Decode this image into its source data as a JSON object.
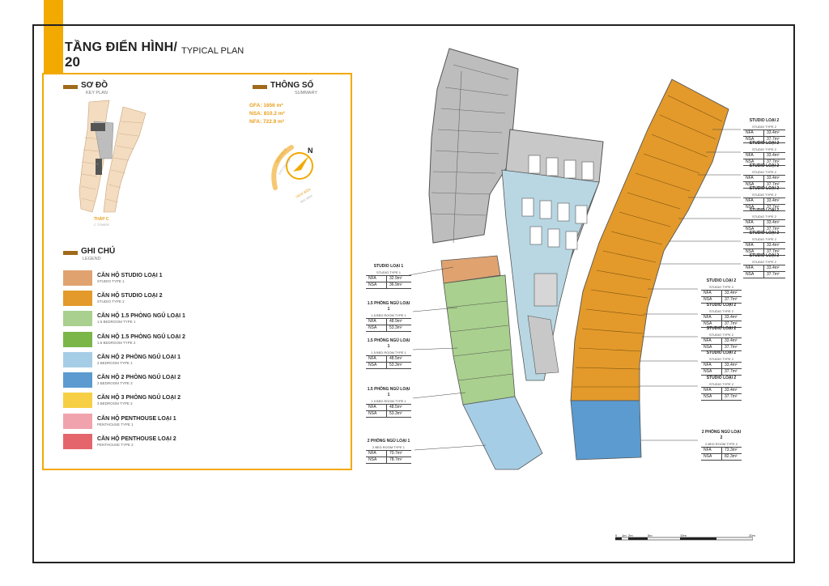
{
  "header": {
    "title_vi": "TẦNG ĐIỂN HÌNH/",
    "title_en": "TYPICAL PLAN",
    "floor_number": "20"
  },
  "key_plan": {
    "title": "SƠ ĐỒ",
    "subtitle": "KEY PLAN",
    "tower_label": "THÁP C",
    "tower_sub": "C TOWER"
  },
  "summary": {
    "title": "THÔNG SỐ",
    "subtitle": "SUMMARY",
    "gfa": "GFA: 1656 m²",
    "nsa": "NSA: 810.2 m²",
    "nfa": "NFA: 722.9 m²"
  },
  "compass": {
    "north": "N",
    "view_top": "VIEW FACE",
    "view_top_sub": "CITY CENTER",
    "view_bottom": "VIEW BIỂN",
    "view_bottom_sub": "SEA VIEW"
  },
  "legend": {
    "title": "GHI CHÚ",
    "subtitle": "LEGEND",
    "items": [
      {
        "label": "CĂN HỘ STUDIO LOẠI 1",
        "sub": "STUDIO TYPE 1",
        "color": "#e0a370"
      },
      {
        "label": "CĂN HỘ STUDIO LOẠI 2",
        "sub": "STUDIO TYPE 2",
        "color": "#e39a2a"
      },
      {
        "label": "CĂN HỘ 1.5 PHÒNG NGỦ LOẠI 1",
        "sub": "1.5 BEDROOM TYPE 1",
        "color": "#a9d08e"
      },
      {
        "label": "CĂN HỘ 1.5 PHÒNG NGỦ LOẠI 2",
        "sub": "1.5 BEDROOM TYPE 2",
        "color": "#7ab648"
      },
      {
        "label": "CĂN HỘ 2 PHÒNG NGỦ LOẠI 1",
        "sub": "2 BEDROOM TYPE 1",
        "color": "#a6cde6"
      },
      {
        "label": "CĂN HỘ 2 PHÒNG NGỦ LOẠI 2",
        "sub": "2 BEDROOM TYPE 2",
        "color": "#5b9bd0"
      },
      {
        "label": "CĂN HỘ 3 PHÒNG NGỦ LOẠI 2",
        "sub": "3 BEDROOM TYPE 2",
        "color": "#f6cf45"
      },
      {
        "label": "CĂN HỘ PENTHOUSE LOẠI 1",
        "sub": "PENTHOUSE TYPE 1",
        "color": "#f1a3ad"
      },
      {
        "label": "CĂN HỘ PENTHOUSE LOẠI 2",
        "sub": "PENTHOUSE TYPE 2",
        "color": "#e5656c"
      }
    ]
  },
  "unit_tables_left": [
    {
      "name": "STUDIO LOẠI 1",
      "type": "STUDIO TYPE 1",
      "nfa": "32.9m²",
      "nsa": "36.9m²"
    },
    {
      "name": "1.5 PHÒNG NGỦ LOẠI 1",
      "type": "1.5 BED ROOM TYPE 1",
      "nfa": "48.9m²",
      "nsa": "53.3m²"
    },
    {
      "name": "1.5 PHÒNG NGỦ LOẠI 1",
      "type": "1.5 BED ROOM TYPE 1",
      "nfa": "48.5m²",
      "nsa": "53.3m²"
    },
    {
      "name": "1.5 PHÒNG NGỦ LOẠI 1",
      "type": "1.5 BED ROOM TYPE 1",
      "nfa": "48.5m²",
      "nsa": "53.3m²"
    },
    {
      "name": "2 PHÒNG NGỦ LOẠI 1",
      "type": "2 BED ROOM TYPE 1",
      "nfa": "70.7m²",
      "nsa": "78.7m²"
    }
  ],
  "unit_tables_right": [
    {
      "name": "STUDIO LOẠI 2",
      "type": "STUDIO TYPE 2",
      "nfa": "33.4m²",
      "nsa": "37.7m²"
    },
    {
      "name": "STUDIO LOẠI 2",
      "type": "STUDIO TYPE 2",
      "nfa": "33.4m²",
      "nsa": "37.7m²"
    },
    {
      "name": "STUDIO LOẠI 2",
      "type": "STUDIO TYPE 2",
      "nfa": "33.4m²",
      "nsa": "37.7m²"
    },
    {
      "name": "STUDIO LOẠI 2",
      "type": "STUDIO TYPE 2",
      "nfa": "33.4m²",
      "nsa": "37.7m²"
    },
    {
      "name": "STUDIO LOẠI 2",
      "type": "STUDIO TYPE 2",
      "nfa": "33.4m²",
      "nsa": "37.7m²"
    },
    {
      "name": "STUDIO LOẠI 2",
      "type": "STUDIO TYPE 2",
      "nfa": "33.4m²",
      "nsa": "37.7m²"
    },
    {
      "name": "STUDIO LOẠI 2",
      "type": "STUDIO TYPE 2",
      "nfa": "33.4m²",
      "nsa": "37.7m²"
    }
  ],
  "unit_tables_mid": [
    {
      "name": "STUDIO LOẠI 2",
      "type": "STUDIO TYPE 2",
      "nfa": "33.4m²",
      "nsa": "37.7m²"
    },
    {
      "name": "STUDIO LOẠI 2",
      "type": "STUDIO TYPE 2",
      "nfa": "33.4m²",
      "nsa": "37.7m²"
    },
    {
      "name": "STUDIO LOẠI 2",
      "type": "STUDIO TYPE 2",
      "nfa": "33.4m²",
      "nsa": "37.7m²"
    },
    {
      "name": "STUDIO LOẠI 2",
      "type": "STUDIO TYPE 2",
      "nfa": "33.4m²",
      "nsa": "37.7m²"
    },
    {
      "name": "STUDIO LOẠI 2",
      "type": "STUDIO TYPE 2",
      "nfa": "33.4m²",
      "nsa": "37.7m²"
    },
    {
      "name": "2 PHÒNG NGỦ LOẠI 2",
      "type": "2 BED ROOM TYPE 2",
      "nfa": "73.3m²",
      "nsa": "82.3m²"
    }
  ],
  "row_keys": {
    "nfa": "NFA",
    "nsa": "NSA"
  },
  "scale_bar": {
    "labels": [
      "0",
      "1m",
      "2m",
      "5m",
      "10m",
      "20m"
    ]
  }
}
